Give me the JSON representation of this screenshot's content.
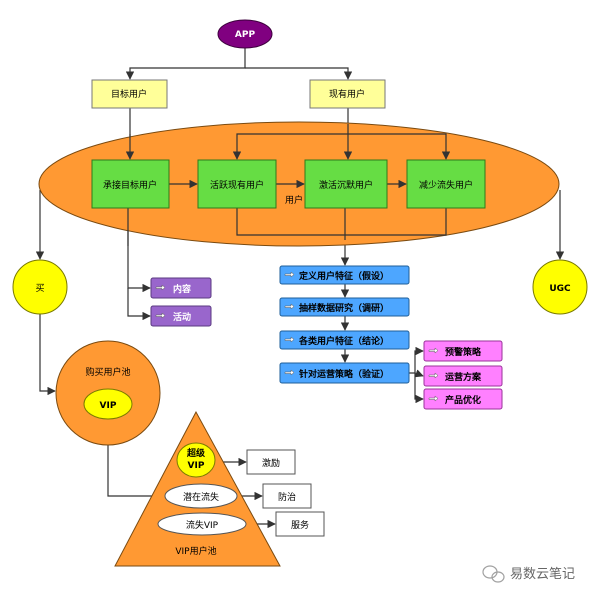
{
  "nodes": {
    "app": "APP",
    "target_users": "目标用户",
    "existing_users": "现有用户",
    "users_group": "用户",
    "accept_target": "承接目标用户",
    "activate_existing": "活跃现有用户",
    "activate_dormant": "激活沉默用户",
    "reduce_churn": "减少流失用户",
    "buy": "买",
    "ugc": "UGC",
    "content": "内容",
    "activity": "活动",
    "step1": "定义用户特征（假设）",
    "step2": "抽样数据研究（调研）",
    "step3": "各类用户特征（结论）",
    "step4": "针对运营策略（验证）",
    "warn": "预警策略",
    "ops": "运营方案",
    "product": "产品优化",
    "buy_pool": "购买用户池",
    "vip": "VIP",
    "super_vip_line1": "超级",
    "super_vip_line2": "VIP",
    "potential_churn": "潜在流失",
    "churned_vip": "流失VIP",
    "vip_pool": "VIP用户池",
    "incentive": "激励",
    "prevent": "防治",
    "service": "服务"
  },
  "watermark": "易数云笔记",
  "icons": {
    "hand": "pointing-hand-icon",
    "wechat": "wechat-icon"
  },
  "colors": {
    "purple": "#800080",
    "pale_yellow": "#ffff99",
    "orange": "#ff9933",
    "green": "#66dd44",
    "yellow": "#ffff00",
    "violet": "#9966cc",
    "blue": "#4da6ff",
    "pink": "#ff80ff"
  }
}
